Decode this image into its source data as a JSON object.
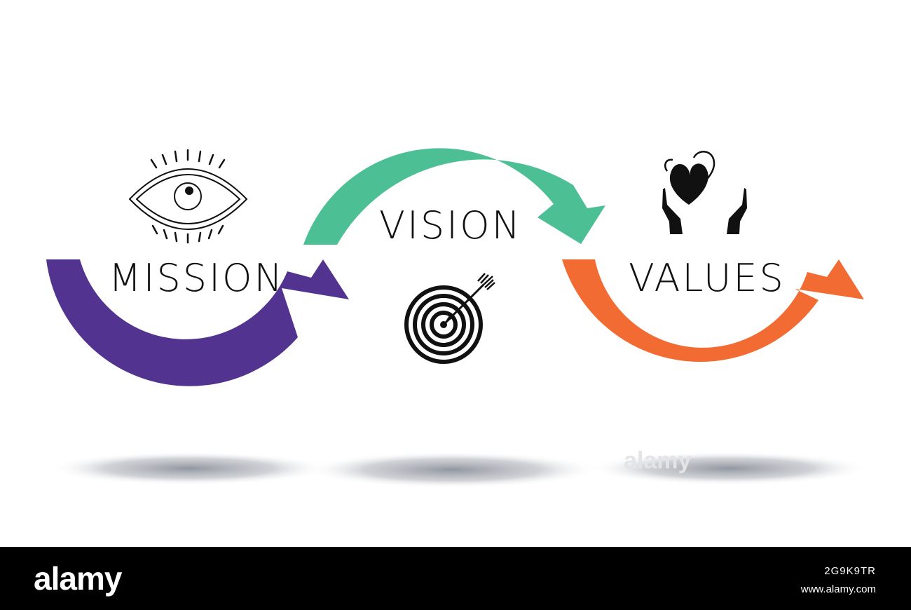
{
  "steps": [
    {
      "label": "MISSION",
      "icon": "eye-icon",
      "color": "#52338f"
    },
    {
      "label": "VISION",
      "icon": "target-arrow-icon",
      "color": "#4cbf94"
    },
    {
      "label": "VALUES",
      "icon": "heart-hands-icon",
      "color": "#f26b33"
    }
  ],
  "colors": {
    "background": "#ffffff",
    "icon": "#111111",
    "footer": "#000000",
    "shadow": "#8a8f9a"
  },
  "footer": {
    "logo": "alamy",
    "image_id": "2G9K9TR",
    "url": "www.alamy.com"
  }
}
